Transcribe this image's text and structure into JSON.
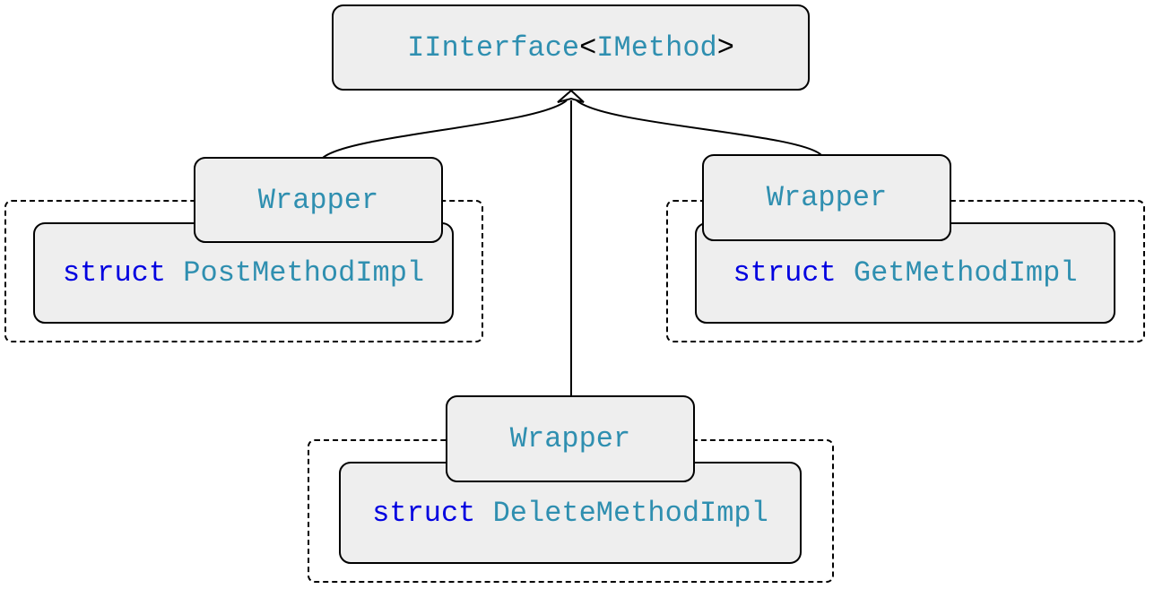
{
  "interface": {
    "name": "IInterface",
    "open": "<",
    "param": "IMethod",
    "close": ">"
  },
  "implementations": [
    {
      "wrapper": "Wrapper",
      "keyword": "struct",
      "name": "PostMethodImpl"
    },
    {
      "wrapper": "Wrapper",
      "keyword": "struct",
      "name": "GetMethodImpl"
    },
    {
      "wrapper": "Wrapper",
      "keyword": "struct",
      "name": "DeleteMethodImpl"
    }
  ],
  "colors": {
    "type_name": "#2f8fb0",
    "keyword": "#0000e0",
    "box_fill": "#eeeeee",
    "stroke": "#000000"
  }
}
